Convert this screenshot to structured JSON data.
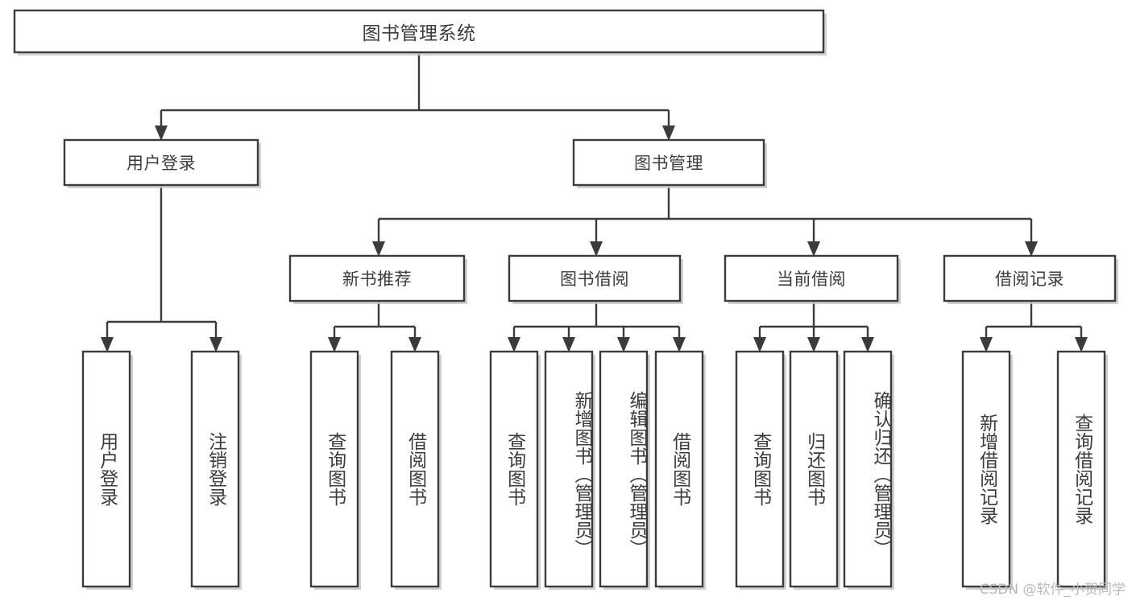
{
  "diagram": {
    "type": "tree-hierarchy-chart",
    "orientation": "top-down",
    "background_color": "#ffffff",
    "box_stroke_color": "#3b3b3b",
    "box_fill_color": "#ffffff",
    "text_color": "#3c3c3c",
    "connector_color": "#3b3b3b"
  },
  "root": {
    "label": "图书管理系统"
  },
  "level2": [
    {
      "label": "用户登录"
    },
    {
      "label": "图书管理"
    }
  ],
  "level3": [
    {
      "label": "新书推荐"
    },
    {
      "label": "图书借阅"
    },
    {
      "label": "当前借阅"
    },
    {
      "label": "借阅记录"
    }
  ],
  "leaves": {
    "user_login": [
      {
        "label": "用户登录"
      },
      {
        "label": "注销登录"
      }
    ],
    "new_book_recommend": [
      {
        "label": "查询图书"
      },
      {
        "label": "借阅图书"
      }
    ],
    "book_borrow": [
      {
        "label": "查询图书"
      },
      {
        "label": "新增图书（管理员）"
      },
      {
        "label": "编辑图书（管理员）"
      },
      {
        "label": "借阅图书"
      }
    ],
    "current_borrow": [
      {
        "label": "查询图书"
      },
      {
        "label": "归还图书"
      },
      {
        "label": "确认归还（管理员）"
      }
    ],
    "borrow_record": [
      {
        "label": "新增借阅记录"
      },
      {
        "label": "查询借阅记录"
      }
    ]
  },
  "watermark": {
    "text": "CSDN @软件_小贺同学"
  }
}
